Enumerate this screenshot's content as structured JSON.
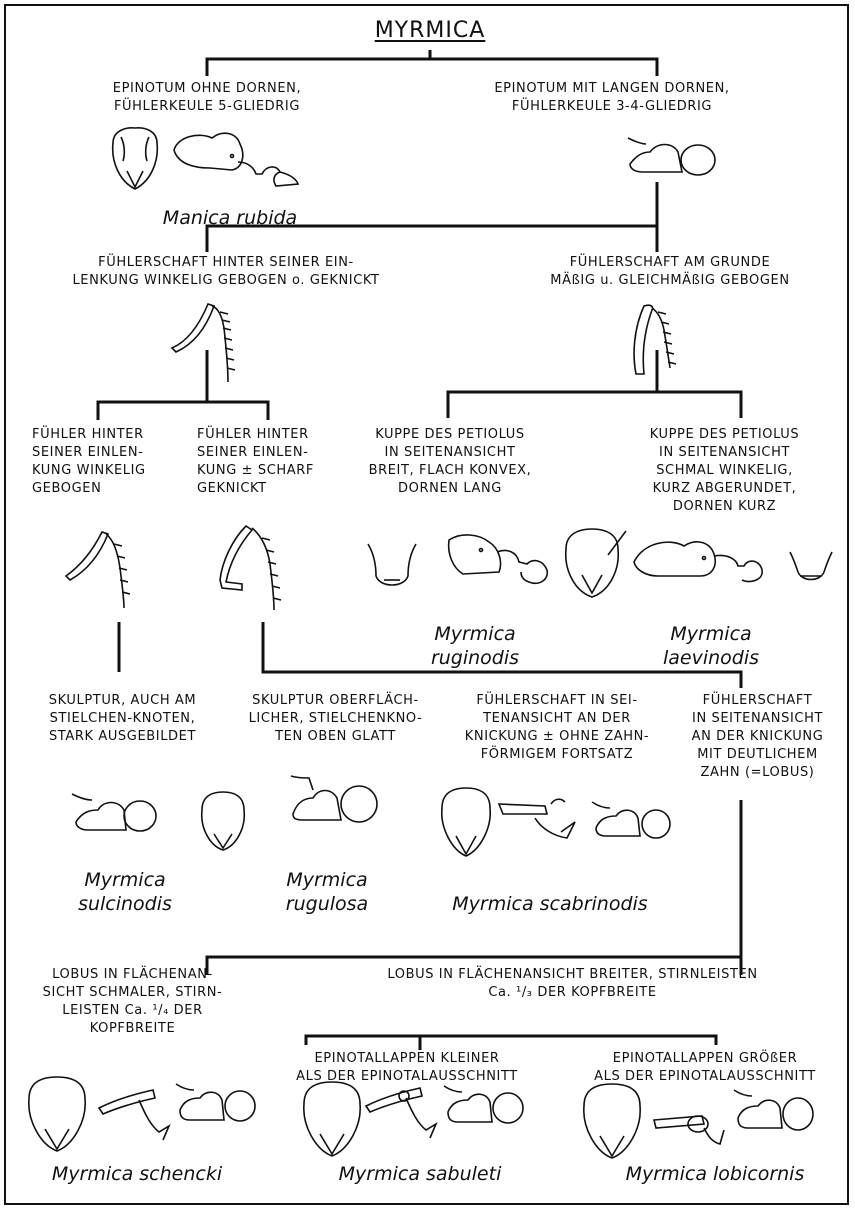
{
  "title": "MYRMICA",
  "couplets": {
    "c1_left": "EPINOTUM OHNE DORNEN,\nFÜHLERKEULE 5-GLIEDRIG",
    "c1_right": "EPINOTUM MIT LANGEN DORNEN,\nFÜHLERKEULE 3-4-GLIEDRIG",
    "c2_left": "FÜHLERSCHAFT HINTER SEINER EIN-\nLENKUNG WINKELIG GEBOGEN o. GEKNICKT",
    "c2_right": "FÜHLERSCHAFT AM GRUNDE\nMÄßIG u. GLEICHMÄßIG GEBOGEN",
    "c3_a": "FÜHLER HINTER\nSEINER EINLEN-\nKUNG WINKELIG\nGEBOGEN",
    "c3_b": "FÜHLER HINTER\nSEINER EINLEN-\nKUNG ± SCHARF\nGEKNICKT",
    "c3_c": "KUPPE DES PETIOLUS\nIN SEITENANSICHT\nBREIT, FLACH KONVEX,\nDORNEN LANG",
    "c3_d": "KUPPE DES PETIOLUS\nIN SEITENANSICHT\nSCHMAL WINKELIG,\nKURZ ABGERUNDET,\nDORNEN KURZ",
    "c4_a": "SKULPTUR, AUCH AM\nSTIELCHEN-KNOTEN,\nSTARK AUSGEBILDET",
    "c4_b": "SKULPTUR OBERFLÄCH-\nLICHER, STIELCHENKNO-\nTEN OBEN GLATT",
    "c4_c": "FÜHLERSCHAFT IN SEI-\nTENANSICHT AN DER\nKNICKUNG ± OHNE ZAHN-\nFÖRMIGEM FORTSATZ",
    "c4_d": "FÜHLERSCHAFT\nIN SEITENANSICHT\nAN DER KNICKUNG\nMIT DEUTLICHEM\nZAHN (=LOBUS)",
    "c5_left": "LOBUS IN FLÄCHENAN-\nSICHT SCHMALER, STIRN-\nLEISTEN Ca. ¹/₄ DER\nKOPFBREITE",
    "c5_right": "LOBUS IN FLÄCHENANSICHT BREITER, STIRNLEISTEN\nCa. ¹/₃ DER KOPFBREITE",
    "c6_left": "EPINOTALLAPPEN KLEINER\nALS DER EPINOTALAUSSCHNITT",
    "c6_right": "EPINOTALLAPPEN GRÖßER\nALS DER EPINOTALAUSSCHNITT"
  },
  "species": {
    "manica_rubida": "Manica rubida",
    "ruginodis": "Myrmica\nruginodis",
    "laevinodis": "Myrmica\nlaevinodis",
    "sulcinodis": "Myrmica\nsulcinodis",
    "rugulosa": "Myrmica\nrugulosa",
    "scabrinodis": "Myrmica scabrinodis",
    "schencki": "Myrmica schencki",
    "sabuleti": "Myrmica sabuleti",
    "lobicornis": "Myrmica lobicornis"
  },
  "icons": {
    "head": "ant-head-front-view-icon",
    "body": "ant-mesosoma-side-view-icon",
    "antenna": "antenna-scape-icon",
    "petiole": "petiole-node-icon"
  },
  "colors": {
    "ink": "#111111",
    "paper": "#ffffff"
  }
}
